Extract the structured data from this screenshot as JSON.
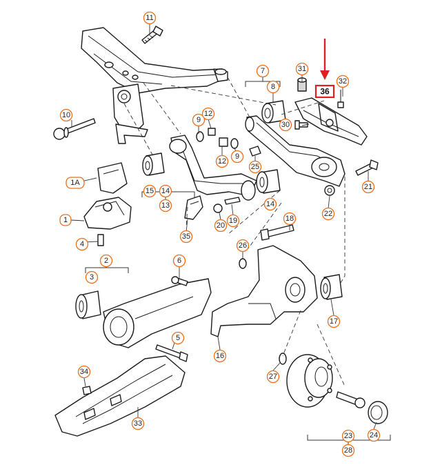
{
  "callouts": {
    "c11": "11",
    "c31": "31",
    "c32": "32",
    "c7": "7",
    "c8": "8",
    "c10": "10",
    "c9a": "9",
    "c12a": "12",
    "c30": "30",
    "c12b": "12",
    "c9b": "9",
    "c25": "25",
    "c21": "21",
    "c1A": "1A",
    "c15": "15",
    "c14a": "14",
    "c13": "13",
    "c14b": "14",
    "c22": "22",
    "c1": "1",
    "c18": "18",
    "c35": "35",
    "c20": "20",
    "c19": "19",
    "c4": "4",
    "c26": "26",
    "c2": "2",
    "c6": "6",
    "c3": "3",
    "c17": "17",
    "c5": "5",
    "c16": "16",
    "c27": "27",
    "c34": "34",
    "c33": "33",
    "c23": "23",
    "c24": "24",
    "c28": "28"
  },
  "highlight": {
    "label": "36",
    "color": "#e02020"
  },
  "colors": {
    "callout_ring": "#e8701c",
    "outline": "#1a1a1a",
    "arrow": "#e02020"
  }
}
